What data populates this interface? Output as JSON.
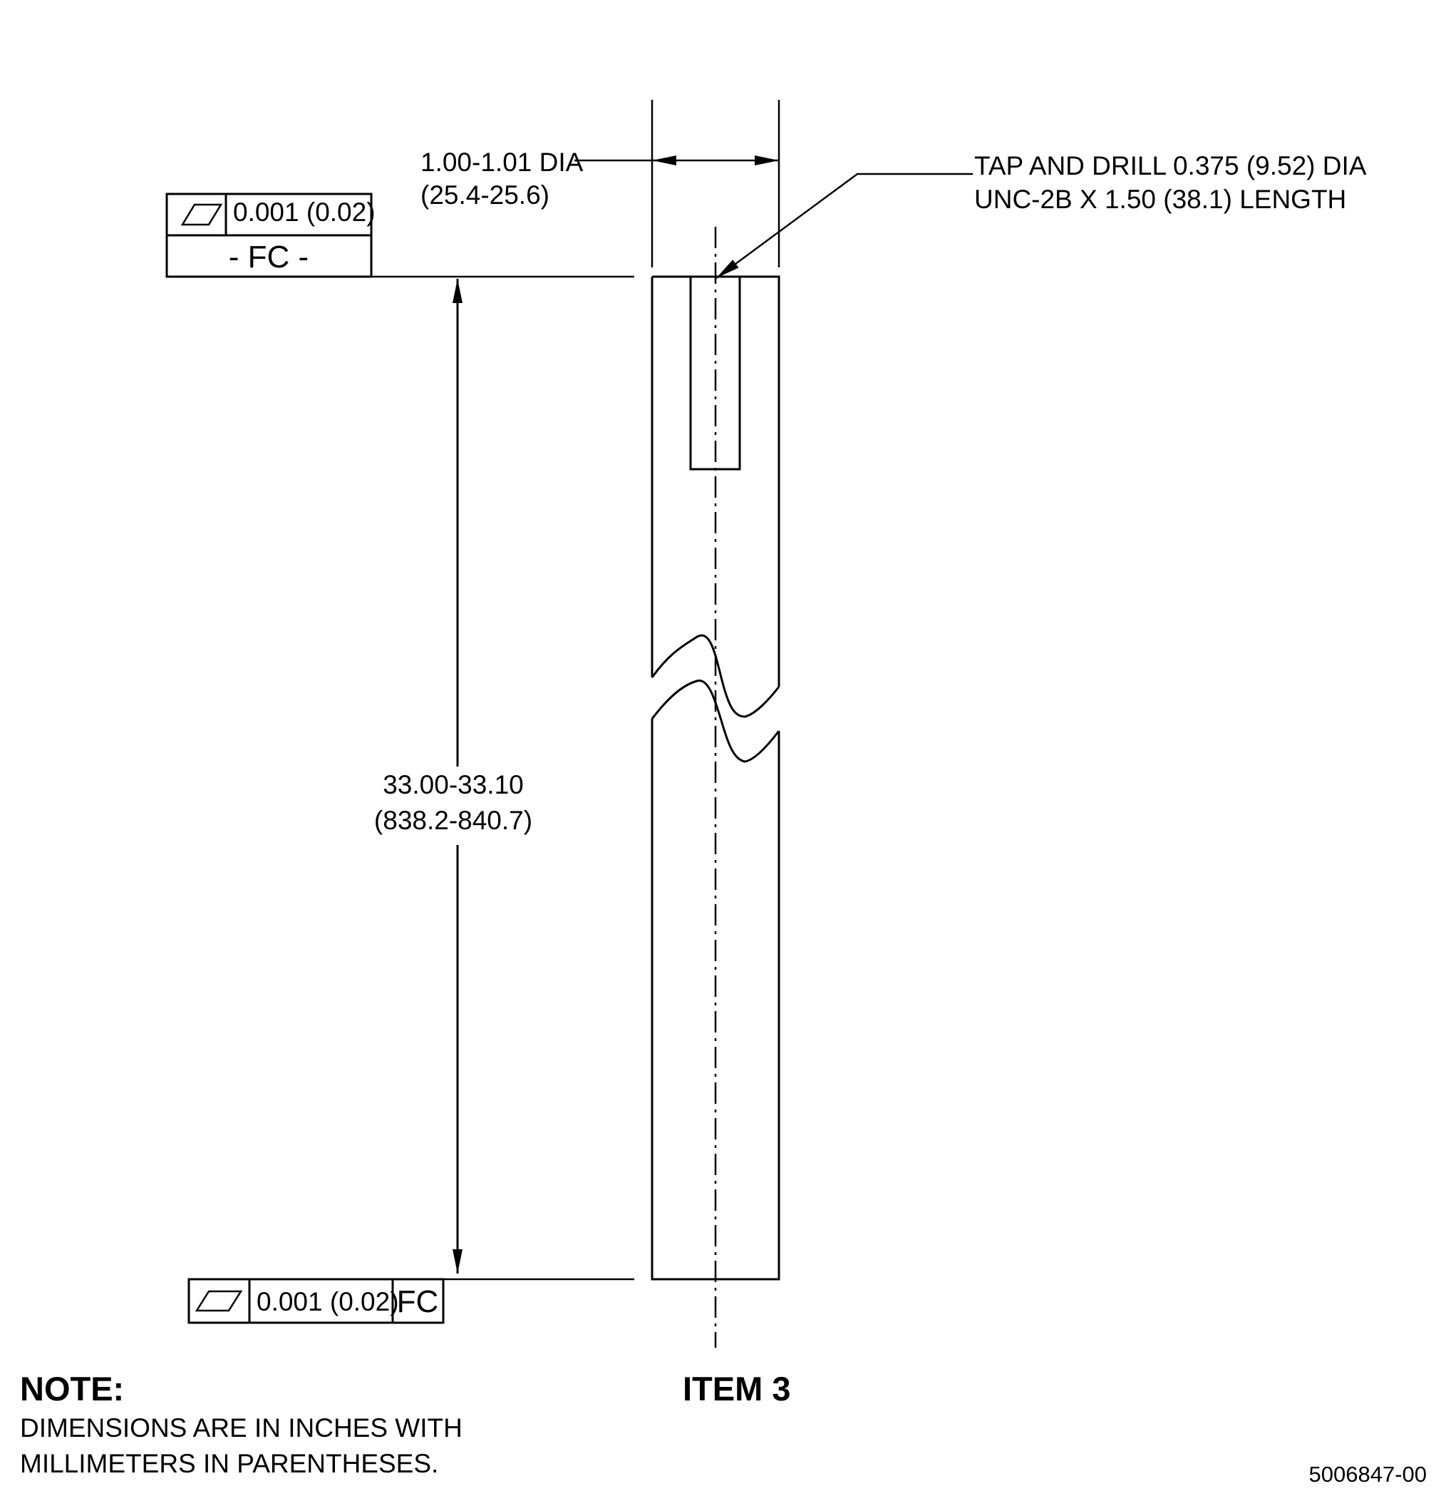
{
  "drawing": {
    "diameter_dim": {
      "inch": "1.00-1.01 DIA",
      "mm": "(25.4-25.6)"
    },
    "tap_callout": {
      "line1": "TAP AND DRILL 0.375 (9.52) DIA",
      "line2": "UNC-2B X 1.50 (38.1) LENGTH"
    },
    "datum_frame": {
      "tolerance": "0.001 (0.02)",
      "datum": "- FC -",
      "symbol": "flatness-icon"
    },
    "length_dim": {
      "inch": "33.00-33.10",
      "mm": "(838.2-840.7)"
    },
    "parallel_frame": {
      "tolerance": "0.001 (0.02)",
      "datum_ref": "FC",
      "symbol": "flatness-icon"
    },
    "item_label": "ITEM 3",
    "note": {
      "heading": "NOTE:",
      "line1": "DIMENSIONS ARE IN INCHES WITH",
      "line2": "MILLIMETERS IN PARENTHESES."
    },
    "drawing_number": "5006847-00"
  }
}
